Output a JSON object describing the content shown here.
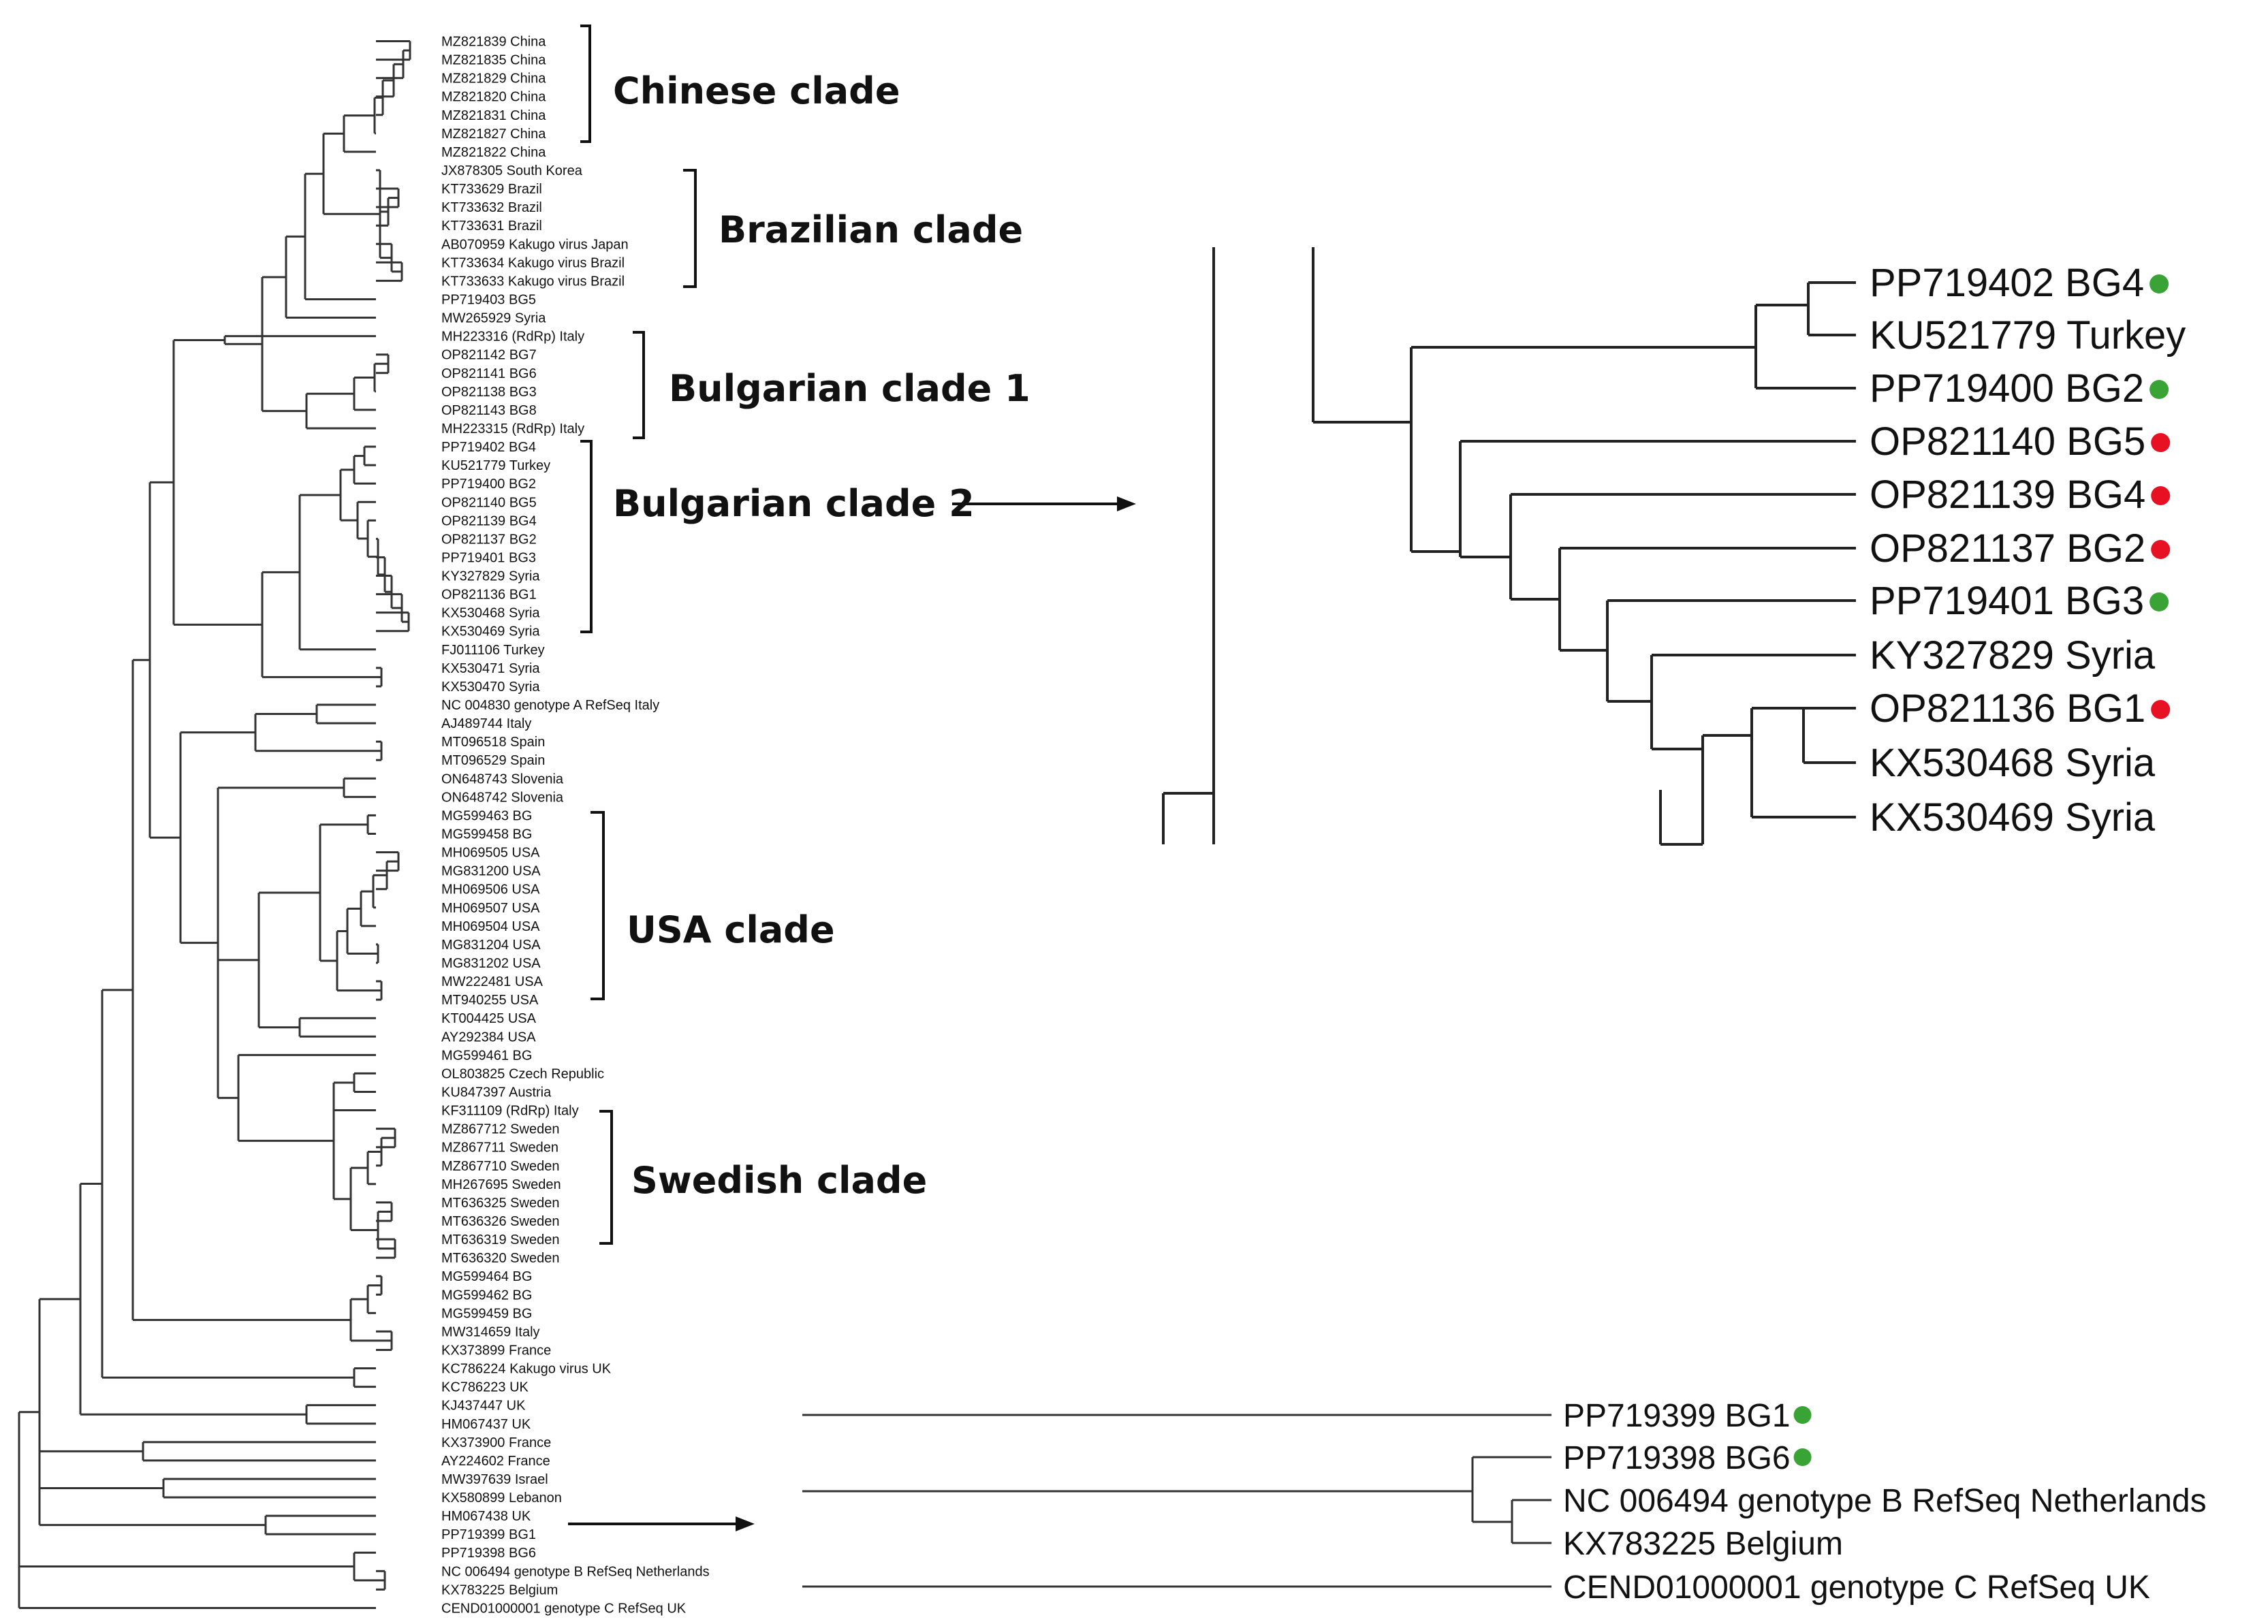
{
  "colors": {
    "branch": "#333333",
    "green_dot": "#3aa335",
    "red_dot": "#e81123"
  },
  "main_tree": {
    "leaves": [
      "MZ821839 China",
      "MZ821835 China",
      "MZ821829 China",
      "MZ821820 China",
      "MZ821831 China",
      "MZ821827 China",
      "MZ821822 China",
      "JX878305 South Korea",
      "KT733629 Brazil",
      "KT733632 Brazil",
      "KT733631 Brazil",
      "AB070959 Kakugo virus Japan",
      "KT733634 Kakugo virus Brazil",
      "KT733633 Kakugo virus Brazil",
      "PP719403 BG5",
      "MW265929 Syria",
      "MH223316 (RdRp) Italy",
      "OP821142 BG7",
      "OP821141 BG6",
      "OP821138 BG3",
      "OP821143 BG8",
      "MH223315 (RdRp) Italy",
      "PP719402 BG4",
      "KU521779 Turkey",
      "PP719400 BG2",
      "OP821140 BG5",
      "OP821139 BG4",
      "OP821137 BG2",
      "PP719401 BG3",
      "KY327829 Syria",
      "OP821136 BG1",
      "KX530468 Syria",
      "KX530469 Syria",
      "FJ011106 Turkey",
      "KX530471 Syria",
      "KX530470 Syria",
      "NC 004830 genotype A RefSeq Italy",
      "AJ489744 Italy",
      "MT096518 Spain",
      "MT096529 Spain",
      "ON648743 Slovenia",
      "ON648742 Slovenia",
      "MG599463 BG",
      "MG599458 BG",
      "MH069505 USA",
      "MG831200 USA",
      "MH069506 USA",
      "MH069507 USA",
      "MH069504 USA",
      "MG831204 USA",
      "MG831202 USA",
      "MW222481 USA",
      "MT940255 USA",
      "KT004425 USA",
      "AY292384 USA",
      "MG599461 BG",
      "OL803825 Czech Republic",
      "KU847397 Austria",
      "KF311109 (RdRp) Italy",
      "MZ867712 Sweden",
      "MZ867711 Sweden",
      "MZ867710 Sweden",
      "MH267695 Sweden",
      "MT636325 Sweden",
      "MT636326 Sweden",
      "MT636319 Sweden",
      "MT636320 Sweden",
      "MG599464 BG",
      "MG599462 BG",
      "MG599459 BG",
      "MW314659 Italy",
      "KX373899 France",
      "KC786224 Kakugo virus UK",
      "KC786223 UK",
      "KJ437447 UK",
      "HM067437 UK",
      "KX373900 France",
      "AY224602 France",
      "MW397639 Israel",
      "KX580899 Lebanon",
      "HM067438 UK",
      "PP719399 BG1",
      "PP719398 BG6",
      "NC 006494 genotype B RefSeq Netherlands",
      "KX783225 Belgium",
      "CEND01000001 genotype C RefSeq UK"
    ],
    "clades": [
      {
        "label": "Chinese clade"
      },
      {
        "label": "Brazilian clade"
      },
      {
        "label": "Bulgarian clade 1"
      },
      {
        "label": "Bulgarian clade 2"
      },
      {
        "label": "USA clade"
      },
      {
        "label": "Swedish clade"
      }
    ]
  },
  "zoom_upper": {
    "leaves": [
      {
        "label": "PP719402 BG4",
        "dot": "green"
      },
      {
        "label": "KU521779 Turkey",
        "dot": ""
      },
      {
        "label": "PP719400 BG2",
        "dot": "green"
      },
      {
        "label": "OP821140 BG5",
        "dot": "red"
      },
      {
        "label": "OP821139 BG4",
        "dot": "red"
      },
      {
        "label": "OP821137 BG2",
        "dot": "red"
      },
      {
        "label": "PP719401 BG3",
        "dot": "green"
      },
      {
        "label": "KY327829 Syria",
        "dot": ""
      },
      {
        "label": "OP821136 BG1",
        "dot": "red"
      },
      {
        "label": "KX530468 Syria",
        "dot": ""
      },
      {
        "label": "KX530469 Syria",
        "dot": ""
      }
    ]
  },
  "zoom_lower": {
    "leaves": [
      {
        "label": "PP719399 BG1",
        "dot": "green"
      },
      {
        "label": "PP719398 BG6",
        "dot": "green"
      },
      {
        "label": "NC 006494 genotype B RefSeq Netherlands",
        "dot": ""
      },
      {
        "label": "KX783225 Belgium",
        "dot": ""
      },
      {
        "label": "CEND01000001 genotype C RefSeq UK",
        "dot": ""
      }
    ]
  }
}
